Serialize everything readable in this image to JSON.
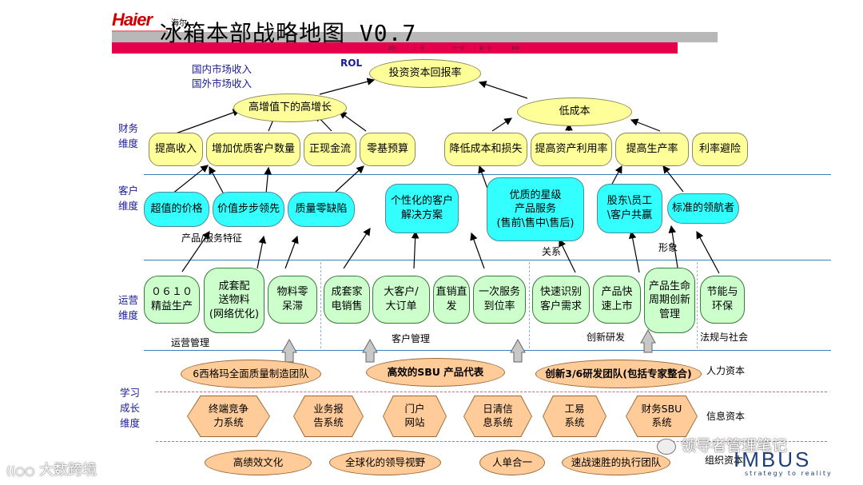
{
  "header": {
    "logo_text": "Haier",
    "logo_tag": "海尔",
    "logo_subline": "   ",
    "title": "冰箱本部战略地图 V0.7",
    "nav": [
      "返回",
      "上一页",
      "下一页",
      "最一页",
      "目标"
    ]
  },
  "dimensions": {
    "finance": "财务\n维度",
    "customer": "客户\n维度",
    "operation": "运营\n维度",
    "learning": "学习\n成长\n维度"
  },
  "top_labels": {
    "domestic": "国内市场收入",
    "overseas": "国外市场收入",
    "rol": "ROL"
  },
  "finance": {
    "roi": "投资资本回报率",
    "growth": "高增值下的高增长",
    "low_cost": "低成本",
    "items": [
      "提高收入",
      "增加优质客户数量",
      "正现金流",
      "零基预算",
      "降低成本和损失",
      "提高资产利用率",
      "提高生产率",
      "利率避险"
    ]
  },
  "customer": {
    "items": [
      "超值的价格",
      "价值步步领先",
      "质量零缺陷",
      "个性化的客户\n解决方案",
      "优质的星级\n产品服务\n(售前\\售中\\售后)",
      "股东\\员工\n\\客户共赢",
      "标准的领航者"
    ],
    "product_service_label": "产品/服务特征",
    "relation_label": "关系",
    "image_label": "形象"
  },
  "operation": {
    "items": [
      "０６１０\n精益生产",
      "成套配\n送物料\n(网络优化)",
      "物料零\n呆滞",
      "成套家\n电销售",
      "大客户/\n大订单",
      "直销直\n发",
      "一次服务\n到位率",
      "快速识别\n客户需求",
      "产品快\n速上市",
      "产品生命\n周期创新\n管理",
      "节能与\n环保"
    ],
    "labels": [
      "运营管理",
      "客户管理",
      "创新研发",
      "法规与社会"
    ]
  },
  "learning": {
    "human_capital": [
      "6西格玛全面质量制造团队",
      "高效的SBU 产品代表",
      "创新3/6研发团队(包括专家整合)"
    ],
    "info_capital": [
      "终端竞争\n力系统",
      "业务报\n告系统",
      "门户\n网站",
      "日清信\n息系统",
      "工易\n系统",
      "财务SBU\n系统"
    ],
    "org_capital": [
      "高绩效文化",
      "全球化的领导视野",
      "人单合一",
      "速战速胜的执行团队"
    ],
    "labels": [
      "人力资本",
      "信息资本",
      "组织资本"
    ]
  },
  "watermarks": {
    "left": "大数跨境",
    "right_wechat": "领导者管理笔记",
    "brand": "IMBUS",
    "brand_tag": "strategy to reality"
  },
  "colors": {
    "yellow_node": "#ffff99",
    "cyan_node": "#33ffff",
    "green_node": "#ccffcc",
    "orange_node": "#ffcc99",
    "header_pink": "#e6004c",
    "divider_blue": "#3b7fc0",
    "dimension_text": "#1a1a99"
  }
}
